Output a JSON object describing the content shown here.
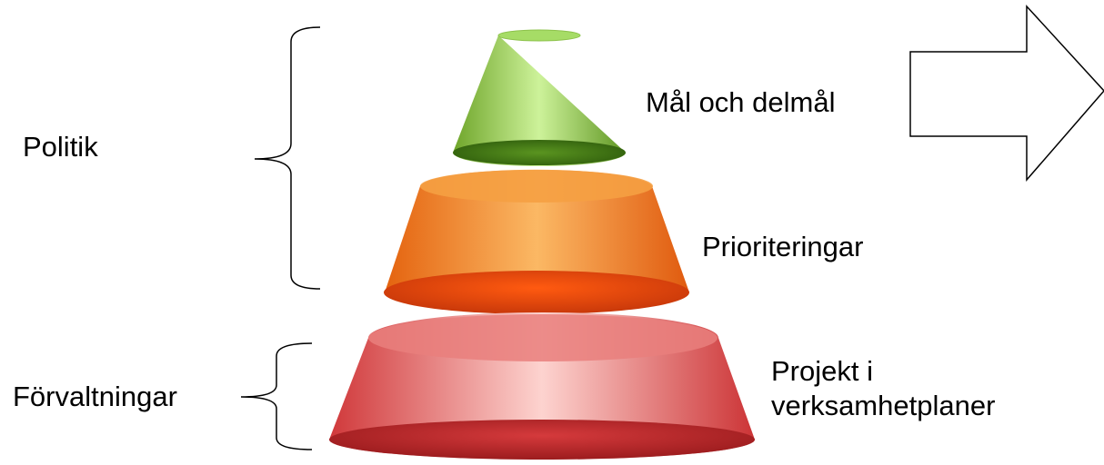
{
  "groups": {
    "politics": "Politik",
    "administrations": "Förvaltningar"
  },
  "levels": {
    "top": {
      "label": "Mål och delmål",
      "color_light": "#c8f08a",
      "color_dark": "#4f8a14"
    },
    "middle": {
      "label": "Prioriteringar",
      "color_light": "#fbb460",
      "color_dark": "#d9470c"
    },
    "bottom": {
      "label_line1": "Projekt i",
      "label_line2": "verksamhetplaner",
      "color_light": "#fbd0cc",
      "color_dark": "#c1282a"
    }
  },
  "arrow": {
    "icon": "right-arrow-icon",
    "direction": "right"
  }
}
